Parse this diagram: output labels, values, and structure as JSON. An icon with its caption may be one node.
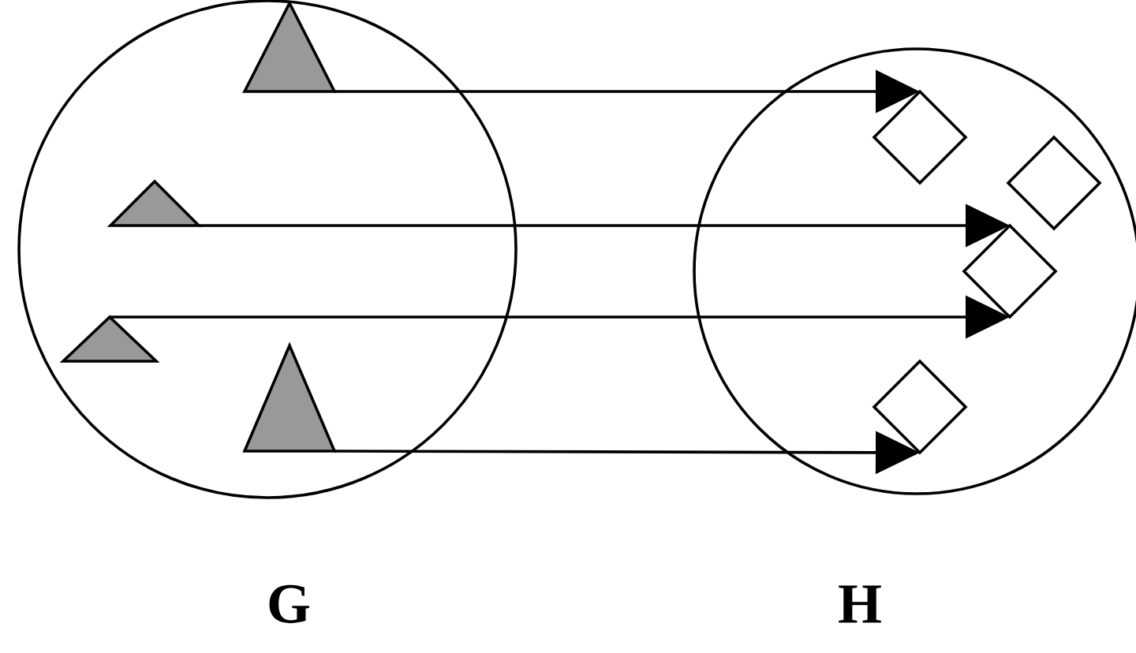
{
  "diagram": {
    "nodes": [
      {
        "text": [
          "G"
        ]
      },
      {
        "text": [],
        "shape": "triangle",
        "in": 0
      },
      {
        "text": [],
        "shape": "triangle",
        "in": 0
      },
      {
        "text": [],
        "shape": "triangle",
        "in": 0
      },
      {
        "text": [],
        "shape": "triangle",
        "in": 0
      },
      {
        "text": [
          "H"
        ]
      },
      {
        "text": [],
        "shape": "diamond",
        "in": 5
      },
      {
        "text": [],
        "shape": "diamond",
        "in": 5
      },
      {
        "text": [],
        "shape": "diamond",
        "in": 5
      },
      {
        "text": [],
        "shape": "diamond",
        "in": 5
      }
    ],
    "edges": [
      {
        "from": 1,
        "to": 6,
        "arrow": "to"
      },
      {
        "from": 2,
        "to": 8,
        "arrow": "to"
      },
      {
        "from": 3,
        "to": 8,
        "arrow": "to"
      },
      {
        "from": 4,
        "to": 9,
        "arrow": "to"
      }
    ]
  }
}
